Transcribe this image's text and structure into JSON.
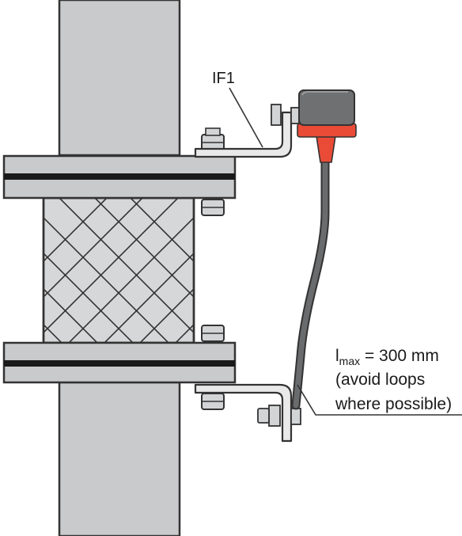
{
  "labels": {
    "bracket_label": "IF1",
    "lmax_main": "l",
    "lmax_sub": "max",
    "lmax_value": " = 300 mm",
    "note_line1": "(avoid loops",
    "note_line2": "where possible)"
  },
  "colors": {
    "pipe": "#c9cacc",
    "pipe_edge": "#333333",
    "gasket": "#1a1a1a",
    "bellows": "#d6d7d9",
    "sensor_body": "#6f7072",
    "sensor_collar": "#ea4b37",
    "cable": "#6a6b6d",
    "bracket": "#e9e9ea",
    "nut": "#d3d4d6"
  }
}
